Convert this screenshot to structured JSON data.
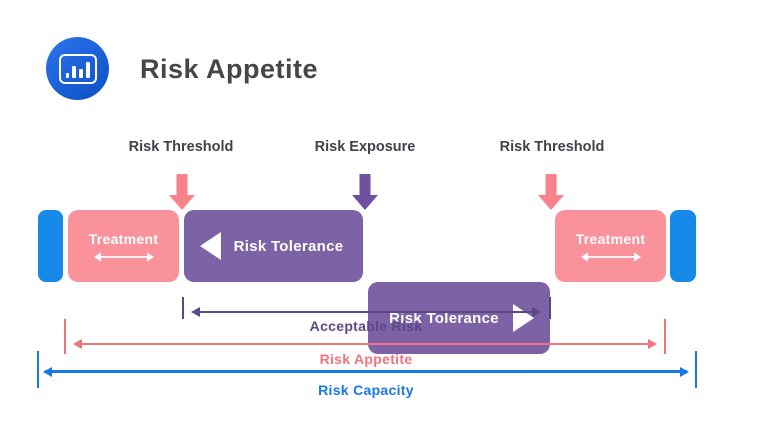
{
  "header": {
    "title": "Risk Appetite",
    "icon": "bar-chart"
  },
  "top_labels": {
    "left": "Risk Threshold",
    "center": "Risk Exposure",
    "right": "Risk Threshold"
  },
  "bar": {
    "treatment_left": "Treatment",
    "tolerance_left": "Risk Tolerance",
    "tolerance_right": "Risk Tolerance",
    "treatment_right": "Treatment"
  },
  "ranges": {
    "acceptable": "Acceptable Risk",
    "appetite": "Risk Appetite",
    "capacity": "Risk Capacity"
  },
  "colors": {
    "blue_segment": "#1789E8",
    "blue_line": "#1778E8",
    "pink_box": "#F9929A",
    "pink_arrow": "#F8818A",
    "pink_line": "#F0737E",
    "purple_box": "#7D62A6",
    "purple_arrow": "#6F519E",
    "purple_line": "#5C4787",
    "title_text": "#43464B",
    "label_text": "#3E4449",
    "icon_gradient_start": "#2C74EB",
    "icon_gradient_end": "#0C4FC6"
  }
}
